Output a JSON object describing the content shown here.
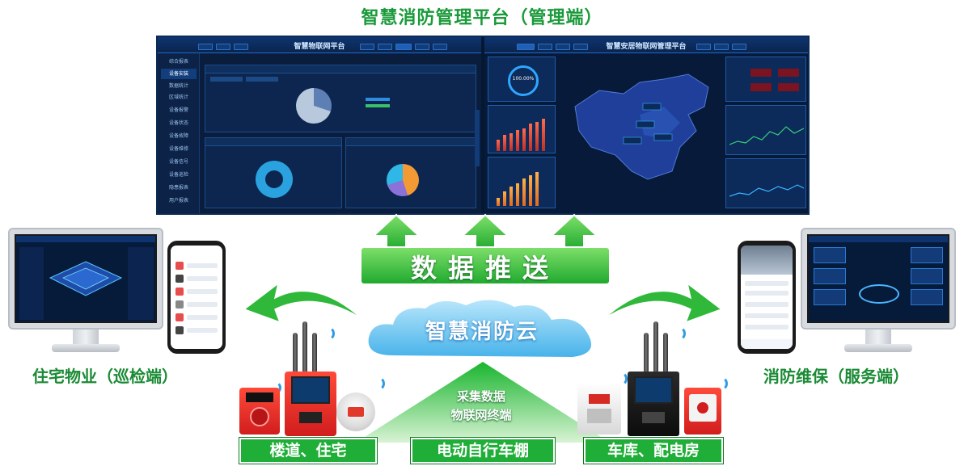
{
  "title": "智慧消防管理平台（管理端）",
  "wall": {
    "left_title": "智慧物联网平台",
    "right_title": "智慧安居物联网管理平台",
    "sidebar": [
      "综合报表",
      "设备安装",
      "数据统计",
      "区域统计",
      "设备报警",
      "设备状态",
      "设备故障",
      "设备维修",
      "设备信号",
      "设备巡检",
      "隐患报表",
      "用户报表"
    ],
    "kpi_percent": "100.00%"
  },
  "arrows": {
    "push_label": "数据推送",
    "cloud_label": "智慧消防云",
    "collect_line1": "采集数据",
    "collect_line2": "物联网终端"
  },
  "left_label": "住宅物业（巡检端）",
  "right_label": "消防维保（服务端）",
  "bottom_boxes": [
    "楼道、住宅",
    "电动自行车棚",
    "车库、配电房"
  ],
  "colors": {
    "brand_green": "#1a9a3a",
    "arrow_green": "#2fbf3a",
    "cloud_blue": "#6ec6f2",
    "device_red": "#e02a24"
  }
}
